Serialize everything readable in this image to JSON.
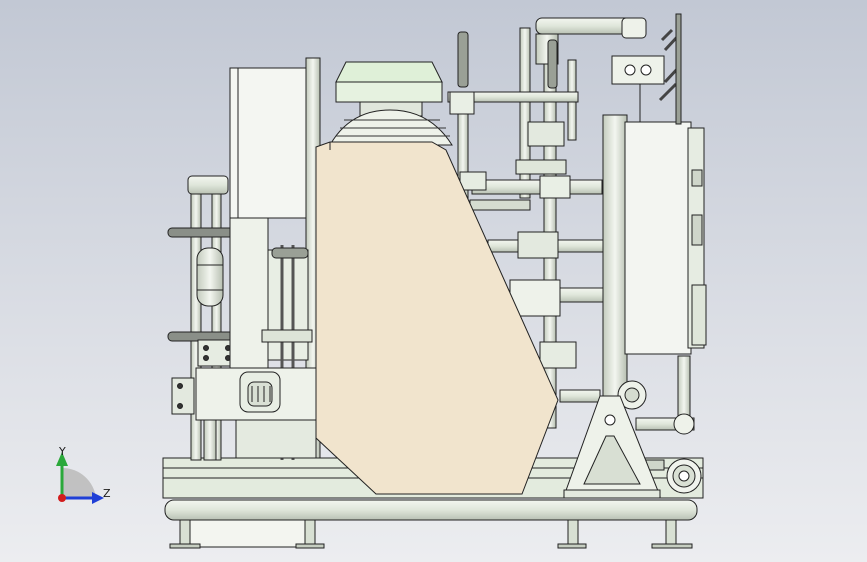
{
  "viewport": {
    "background_top": "#c2c8d4",
    "background_bottom": "#ecedf0",
    "line_color": "#222222",
    "frame_fill": "#dfe8d9",
    "panel_fill": "#efe4d0"
  },
  "triad": {
    "y_label": "Y",
    "z_label": "Z",
    "y_color": "#2aa83a",
    "z_color": "#1f3fd6",
    "x_color": "#d21c1c"
  },
  "model": {
    "description_icon": "skid-mounted-equipment-assembly"
  }
}
